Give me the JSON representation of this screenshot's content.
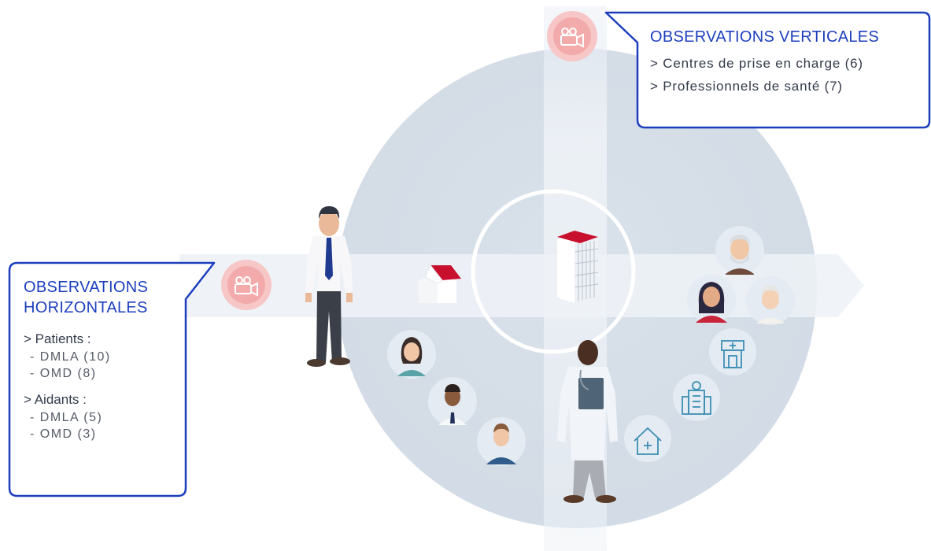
{
  "callouts": {
    "horizontal": {
      "title_line1": "OBSERVATIONS",
      "title_line2": "HORIZONTALES",
      "groups": [
        {
          "label": "> Patients :",
          "items": [
            "- DMLA (10)",
            "- OMD (8)"
          ]
        },
        {
          "label": "> Aidants :",
          "items": [
            "- DMLA (5)",
            "- OMD (3)"
          ]
        }
      ]
    },
    "vertical": {
      "title": "OBSERVATIONS VERTICALES",
      "items": [
        "> Centres de prise en charge (6)",
        "> Professionnels de santé (7)"
      ]
    }
  },
  "colors": {
    "accent_blue": "#1d3fbd",
    "disc": "#d7dfe8",
    "camera_badge": "#f4b4b4",
    "roof_red": "#c8102e"
  },
  "icons": [
    "camera-icon",
    "house-icon",
    "building-icon",
    "hospital-icon",
    "clinic-icon",
    "home-care-icon"
  ]
}
